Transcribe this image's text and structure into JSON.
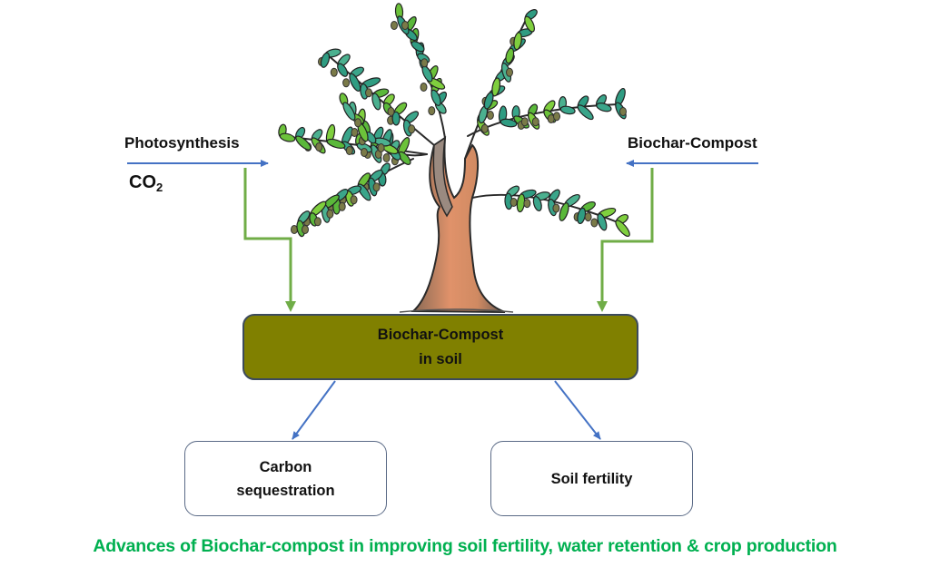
{
  "diagram": {
    "inputs": {
      "left_label": "Photosynthesis",
      "left_sublabel_main": "CO",
      "left_sublabel_sub": "2",
      "right_label": "Biochar-Compost"
    },
    "center_box": {
      "line1": "Biochar-Compost",
      "line2": "in soil"
    },
    "outputs": [
      {
        "line1": "Carbon",
        "line2": "sequestration"
      },
      {
        "line1": "Soil fertility"
      }
    ],
    "caption": "Advances of Biochar-compost in improving soil fertility, water retention & crop production",
    "colors": {
      "center_box_fill": "#808000",
      "flow_arrow_blue": "#4472c4",
      "connector_green": "#70ad47",
      "caption_green": "#00b050",
      "box_border": "#5a6a86"
    },
    "illustration": "hand-drawn tree with orange-brown trunk, green and teal leaves, olive fruits"
  }
}
